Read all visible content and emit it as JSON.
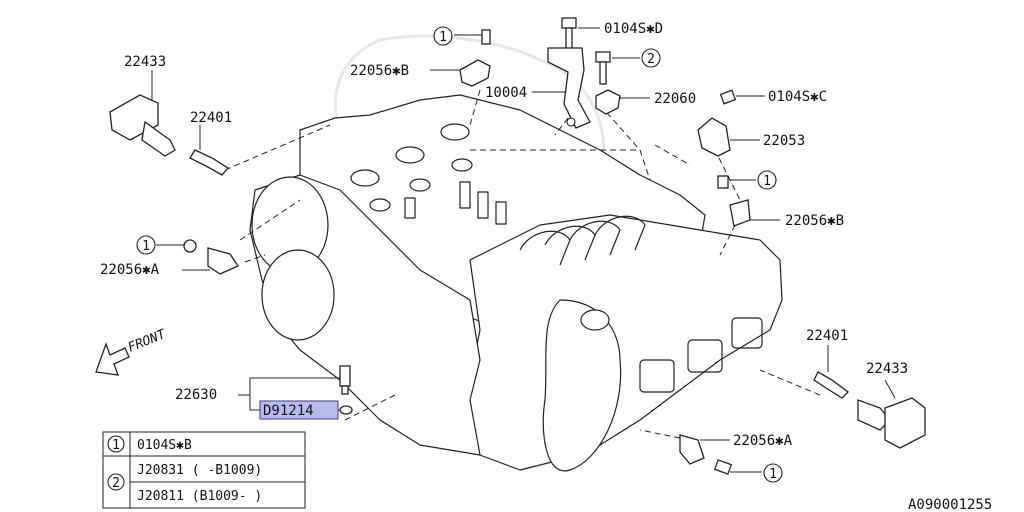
{
  "diagram_id": "A090001255",
  "labels": {
    "coil_left": "22433",
    "plug_left": "22401",
    "coil_right": "22433",
    "plug_right": "22401",
    "cam_sensor_top": "22056✱B",
    "cam_sensor_right": "22056✱B",
    "crank_sensor_left": "22056✱A",
    "crank_sensor_right": "22056✱A",
    "bolt_d": "0104S✱D",
    "bracket": "10004",
    "bushing": "22060",
    "bolt_c": "0104S✱C",
    "sensor_right_top": "22053",
    "temp_sensor": "22630",
    "highlight_part": "D91214",
    "front": "FRONT"
  },
  "callouts": {
    "one": "1",
    "two": "2"
  },
  "legend": {
    "rows": [
      {
        "key": "1",
        "lines": [
          "0104S✱B"
        ]
      },
      {
        "key": "2",
        "lines": [
          "J20831 ( -B1009)",
          "J20811 (B1009- )"
        ]
      }
    ]
  },
  "colors": {
    "highlight": "#b9bbf0",
    "line": "#222222",
    "watermark": "#e7e7e7"
  }
}
